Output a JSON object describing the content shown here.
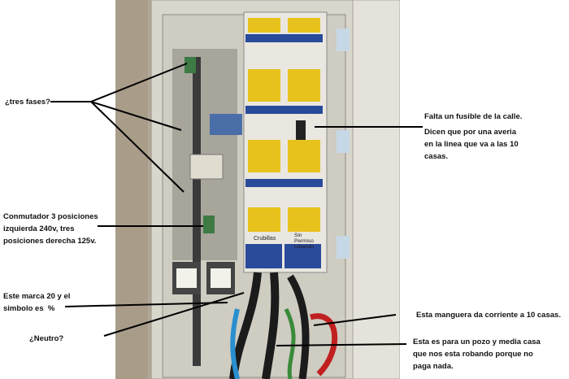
{
  "annotations": {
    "tres_fases": "¿tres fases?",
    "conmutador": "Conmutador 3 posiciones\nizquierda 240v, tres\nposiciones derecha 125v.",
    "marca": "Este marca 20 y el\nsimbolo es  %",
    "neutro": "¿Neutro?",
    "fusible": "Falta un fusible de la calle.",
    "averia": "Dicen que por una averia\nen la linea que va a las 10\ncasas.",
    "manguera": "Esta manguera da corriente a 10 casas.",
    "pozo": "Esta es para un pozo y media casa\nque nos esta robando porque no\npaga nada."
  },
  "fuse_tags": {
    "left": "Crubillas",
    "right": "Sin\nPermiso\nrobando"
  },
  "colors": {
    "fuse_yellow": "#e8c21c",
    "fuse_blue": "#2a4a9a",
    "panel_grey": "#d9d6cc",
    "wall": "#b8ad9c"
  }
}
